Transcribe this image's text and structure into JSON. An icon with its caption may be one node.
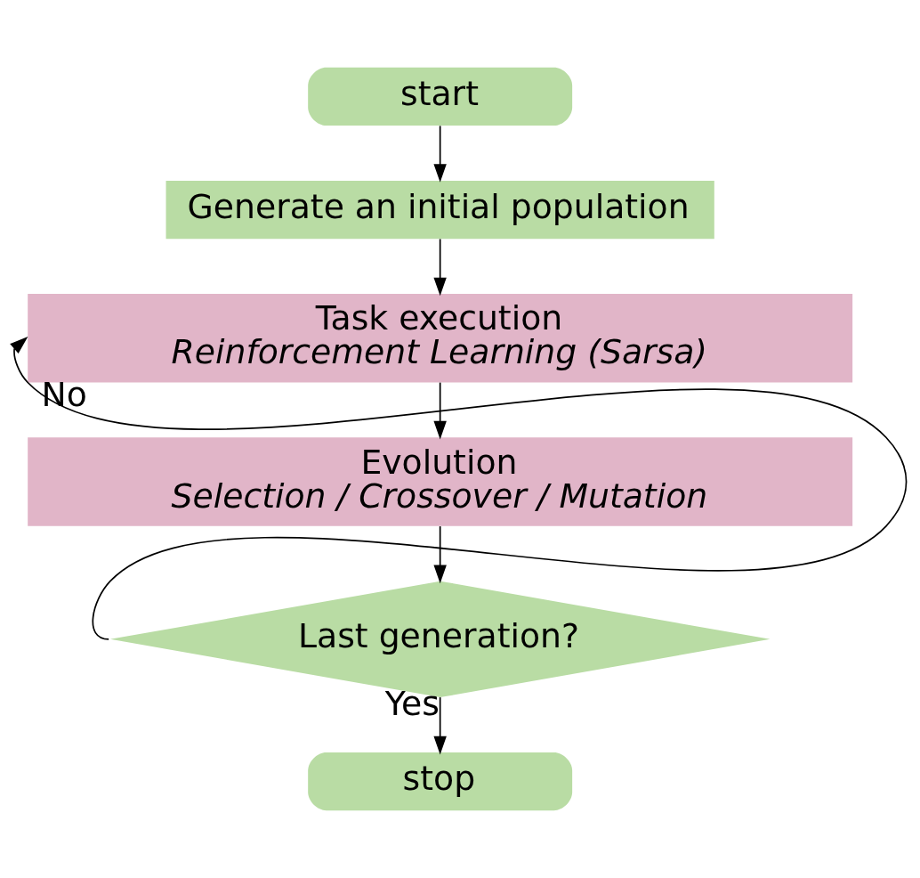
{
  "diagram": {
    "nodes": [
      {
        "text": [
          "start"
        ]
      },
      {
        "text": [
          "Generate an initial population"
        ]
      },
      {
        "text": [
          "Task execution",
          "Reinforcement Learning (Sarsa)"
        ]
      },
      {
        "text": [
          "Evolution",
          "Selection / Crossover / Mutation"
        ]
      },
      {
        "text": [
          "Last generation?"
        ]
      },
      {
        "text": [
          "stop"
        ]
      }
    ],
    "edges": [
      {
        "from": 0,
        "to": 1,
        "arrow": "to"
      },
      {
        "from": 1,
        "to": 2,
        "arrow": "to"
      },
      {
        "from": 2,
        "to": 3,
        "arrow": "to"
      },
      {
        "from": 3,
        "to": 4,
        "arrow": "to"
      },
      {
        "from": 4,
        "to": 2,
        "arrow": "to",
        "label": "No"
      },
      {
        "from": 4,
        "to": 5,
        "arrow": "to",
        "label": "Yes"
      }
    ]
  }
}
